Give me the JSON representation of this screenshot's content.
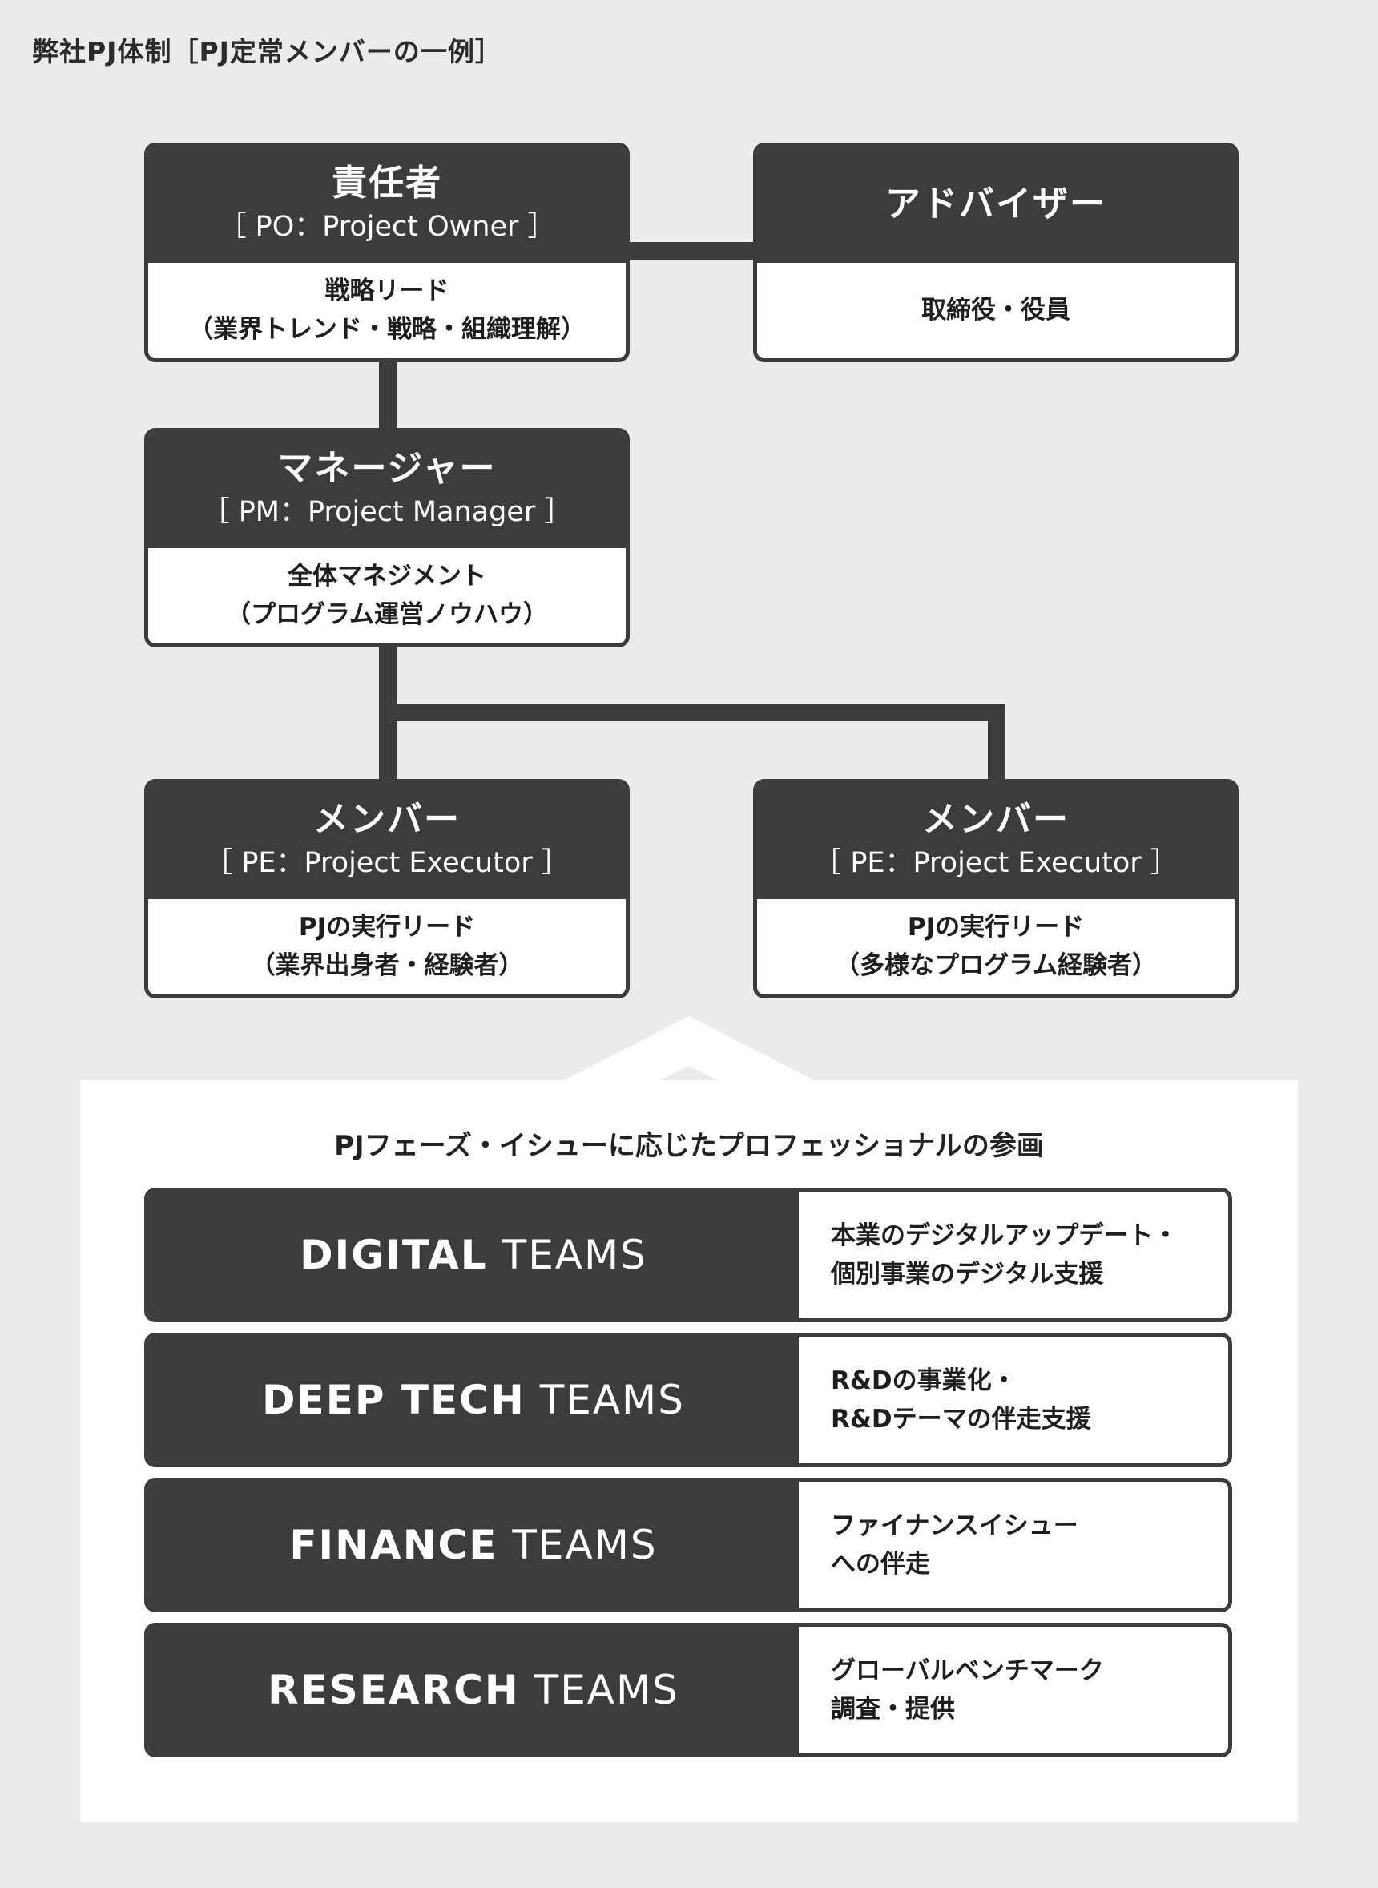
{
  "heading": "弊社PJ体制［PJ定常メンバーの一例］",
  "po": {
    "title": "責任者",
    "sub": "［ PO：Project Owner ］",
    "desc1": "戦略リード",
    "desc2": "（業界トレンド・戦略・組織理解）"
  },
  "advisor": {
    "title": "アドバイザー",
    "desc1": "取締役・役員"
  },
  "pm": {
    "title": "マネージャー",
    "sub": "［ PM：Project Manager ］",
    "desc1": "全体マネジメント",
    "desc2": "（プログラム運営ノウハウ）"
  },
  "members": [
    {
      "title": "メンバー",
      "sub": "［ PE：Project Executor ］",
      "desc1": "PJの実行リード",
      "desc2": "（業界出身者・経験者）"
    },
    {
      "title": "メンバー",
      "sub": "［ PE：Project Executor ］",
      "desc1": "PJの実行リード",
      "desc2": "（多様なプログラム経験者）"
    }
  ],
  "panel_caption": "PJフェーズ・イシューに応じたプロフェッショナルの参画",
  "teams": [
    {
      "name": "DIGITAL",
      "suffix": "TEAMS",
      "desc1": "本業のデジタルアップデート・",
      "desc2": "個別事業のデジタル支援"
    },
    {
      "name": "DEEP TECH",
      "suffix": "TEAMS",
      "desc1": "R&Dの事業化・",
      "desc2": "R&Dテーマの伴走支援"
    },
    {
      "name": "FINANCE",
      "suffix": "TEAMS",
      "desc1": "ファイナンスイシュー",
      "desc2": "への伴走"
    },
    {
      "name": "RESEARCH",
      "suffix": "TEAMS",
      "desc1": "グローバルベンチマーク",
      "desc2": "調査・提供"
    }
  ]
}
